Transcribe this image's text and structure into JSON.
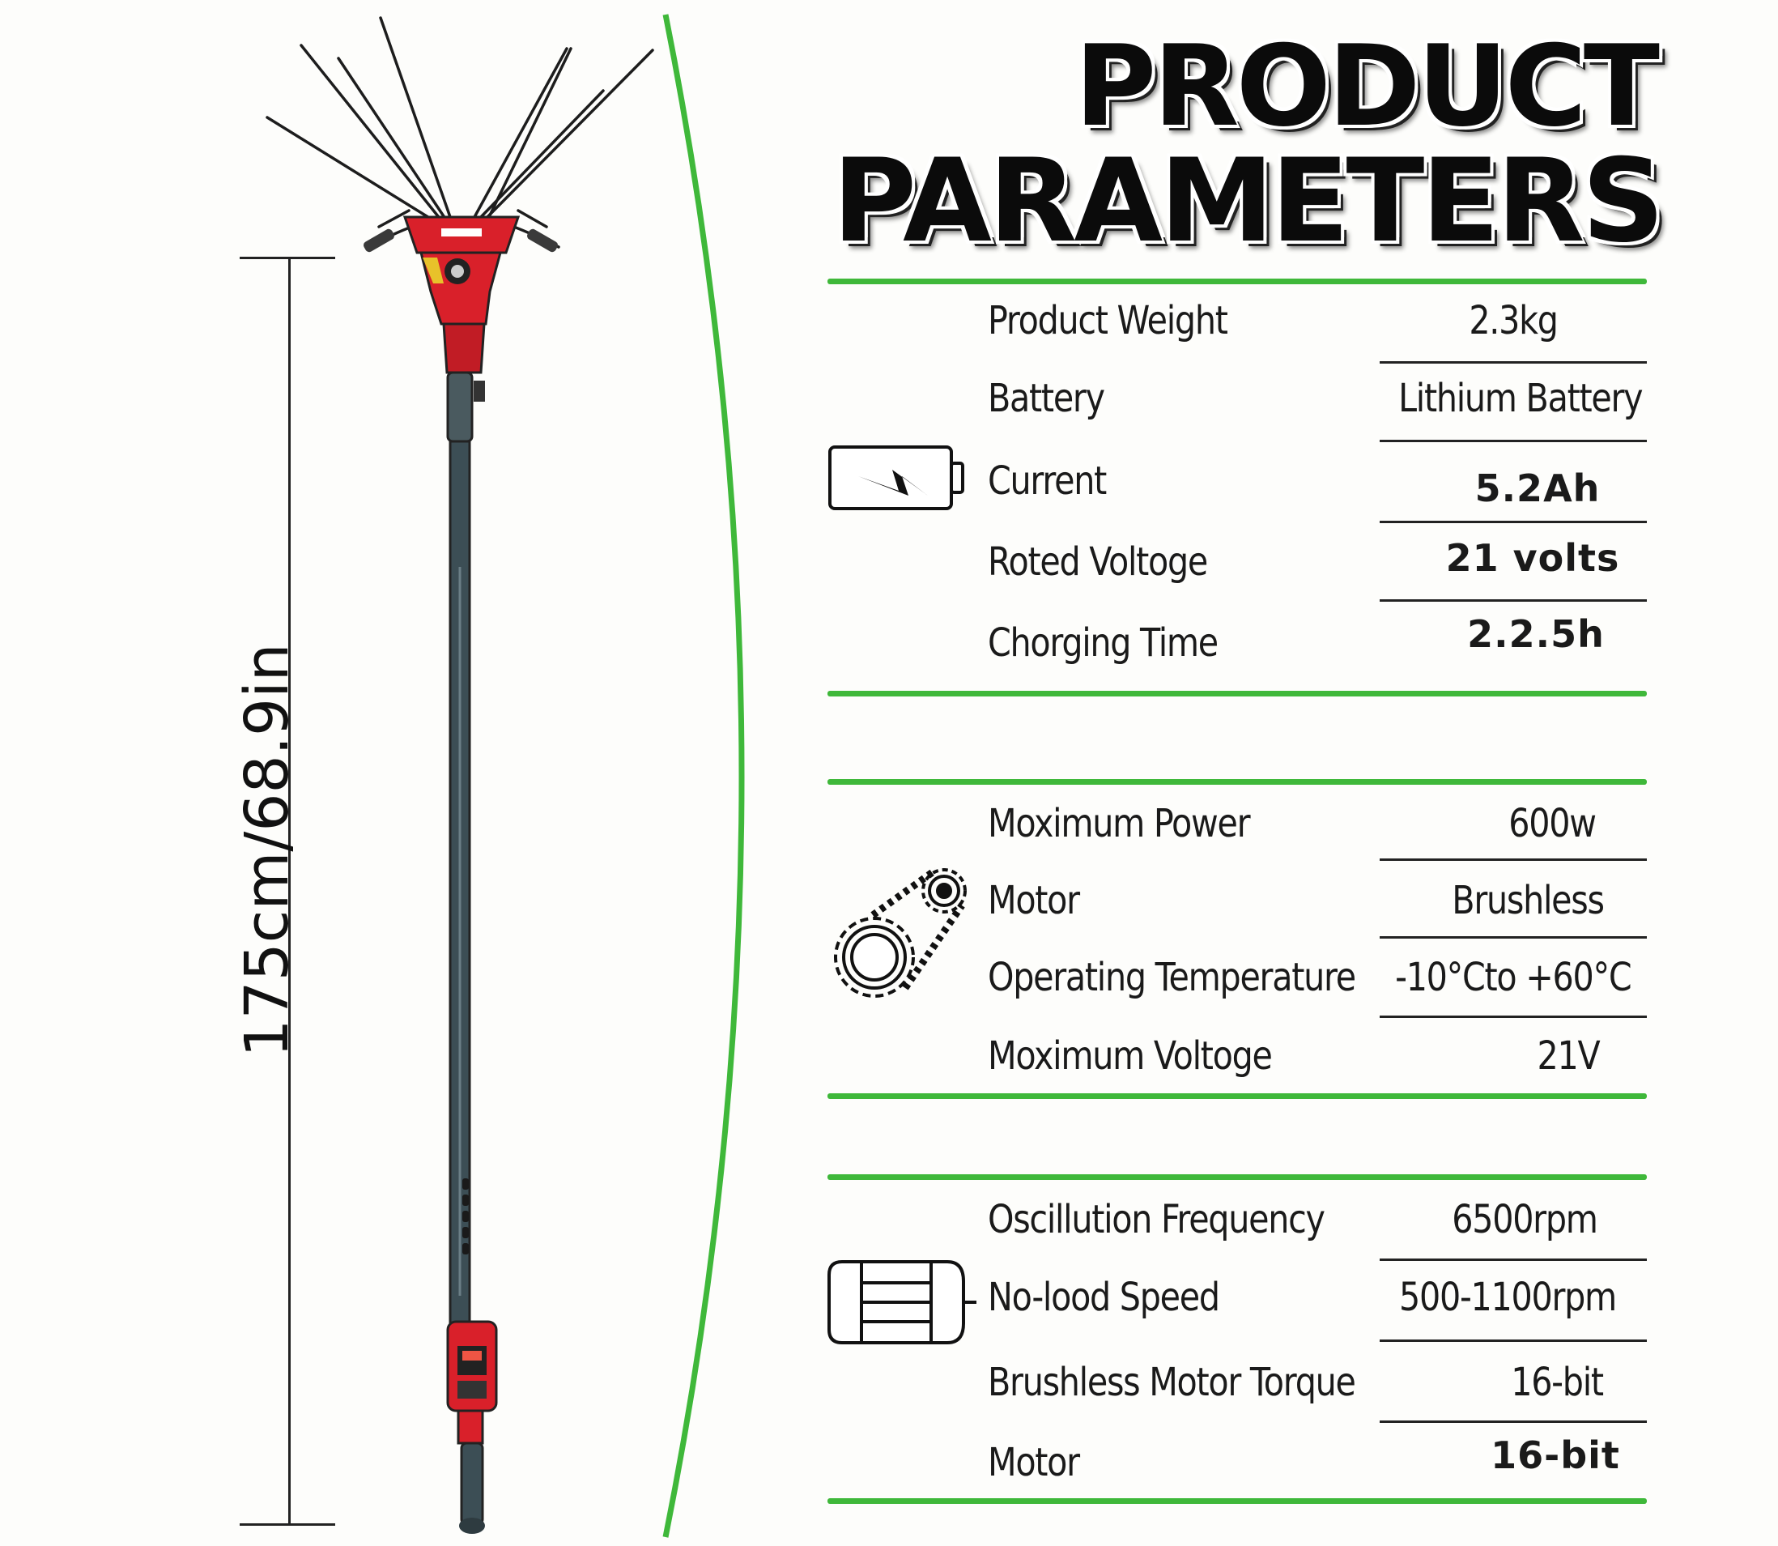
{
  "title": {
    "line1": "PRODUCT",
    "line2": "PARAMETERS"
  },
  "dimension": {
    "height_label": "175cm/68.9in"
  },
  "colors": {
    "accent_green": "#3fb83a",
    "tool_red": "#d9202a",
    "pole": "#3c4e55"
  },
  "sections": [
    {
      "icon": "battery-icon",
      "rows": [
        {
          "label": "Product Weight",
          "value": "2.3kg"
        },
        {
          "label": "Battery",
          "value": "Lithium Battery"
        },
        {
          "label": "Current",
          "value": "5.2Ah"
        },
        {
          "label": "Roted Voltoge",
          "value": "21 volts"
        },
        {
          "label": "Chorging Time",
          "value": "2.2.5h"
        }
      ]
    },
    {
      "icon": "gear-chain-icon",
      "rows": [
        {
          "label": "Moximum Power",
          "value": "600w"
        },
        {
          "label": "Motor",
          "value": "Brushless"
        },
        {
          "label": "Operating Temperature",
          "value": "-10°Cto +60°C"
        },
        {
          "label": "Moximum Voltoge",
          "value": "21V"
        }
      ]
    },
    {
      "icon": "motor-icon",
      "rows": [
        {
          "label": "Oscillution Frequency",
          "value": "6500rpm"
        },
        {
          "label": "No-lood Speed",
          "value": "500-1100rpm"
        },
        {
          "label": "Brushless Motor Torque",
          "value": "16-bit"
        },
        {
          "label": "Motor",
          "value": "16-bit"
        }
      ]
    }
  ]
}
